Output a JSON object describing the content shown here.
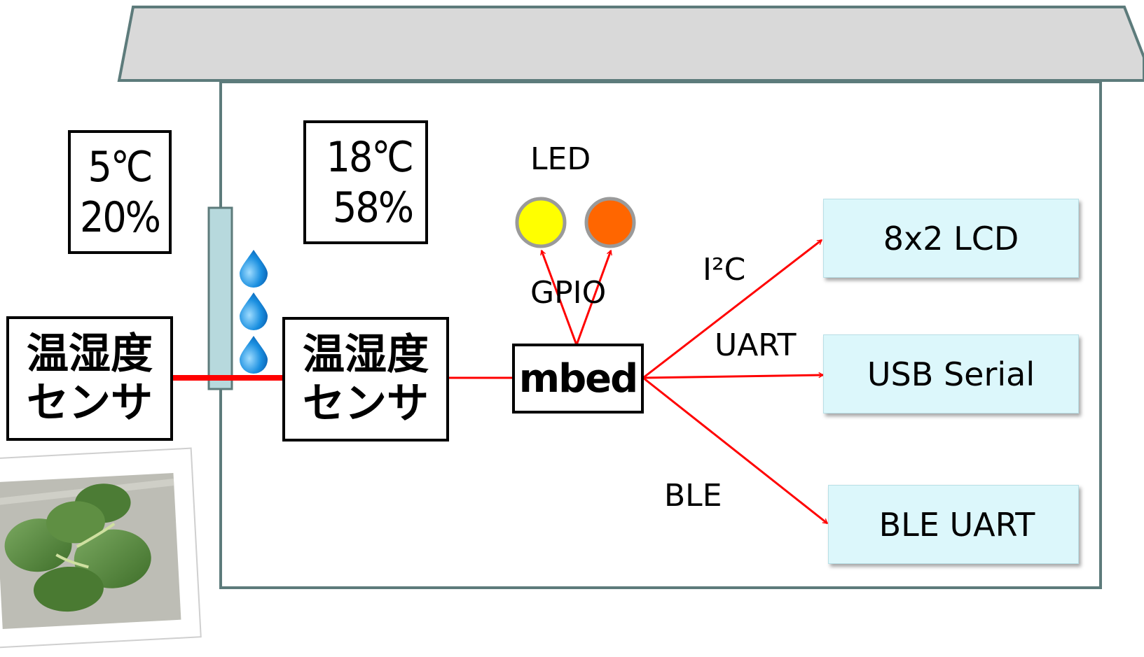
{
  "outdoor": {
    "temperature": "5℃",
    "humidity": "20%"
  },
  "indoor": {
    "temperature": "18℃",
    "humidity": "58%"
  },
  "sensor_outdoor": {
    "line1": "温湿度",
    "line2": "センサ"
  },
  "sensor_indoor": {
    "line1": "温湿度",
    "line2": "センサ"
  },
  "mcu": {
    "label": "mbed"
  },
  "led": {
    "label": "LED",
    "colors": [
      "#ffff00",
      "#ff6600"
    ]
  },
  "interfaces": {
    "gpio": "GPIO",
    "i2c": "I²C",
    "uart": "UART",
    "ble": "BLE"
  },
  "outputs": {
    "lcd": "8x2 LCD",
    "usb": "USB Serial",
    "ble": "BLE UART"
  },
  "colors": {
    "roof": "#d9d9d9",
    "house_outline": "#5d7b7b",
    "window": "#b7d9dd",
    "arrow": "#ff0000",
    "device_fill": "#dcf7fb",
    "water": "#1a8fe0"
  },
  "icons": {
    "water_drop": "water-drop-icon",
    "photo": "clover-photo"
  }
}
